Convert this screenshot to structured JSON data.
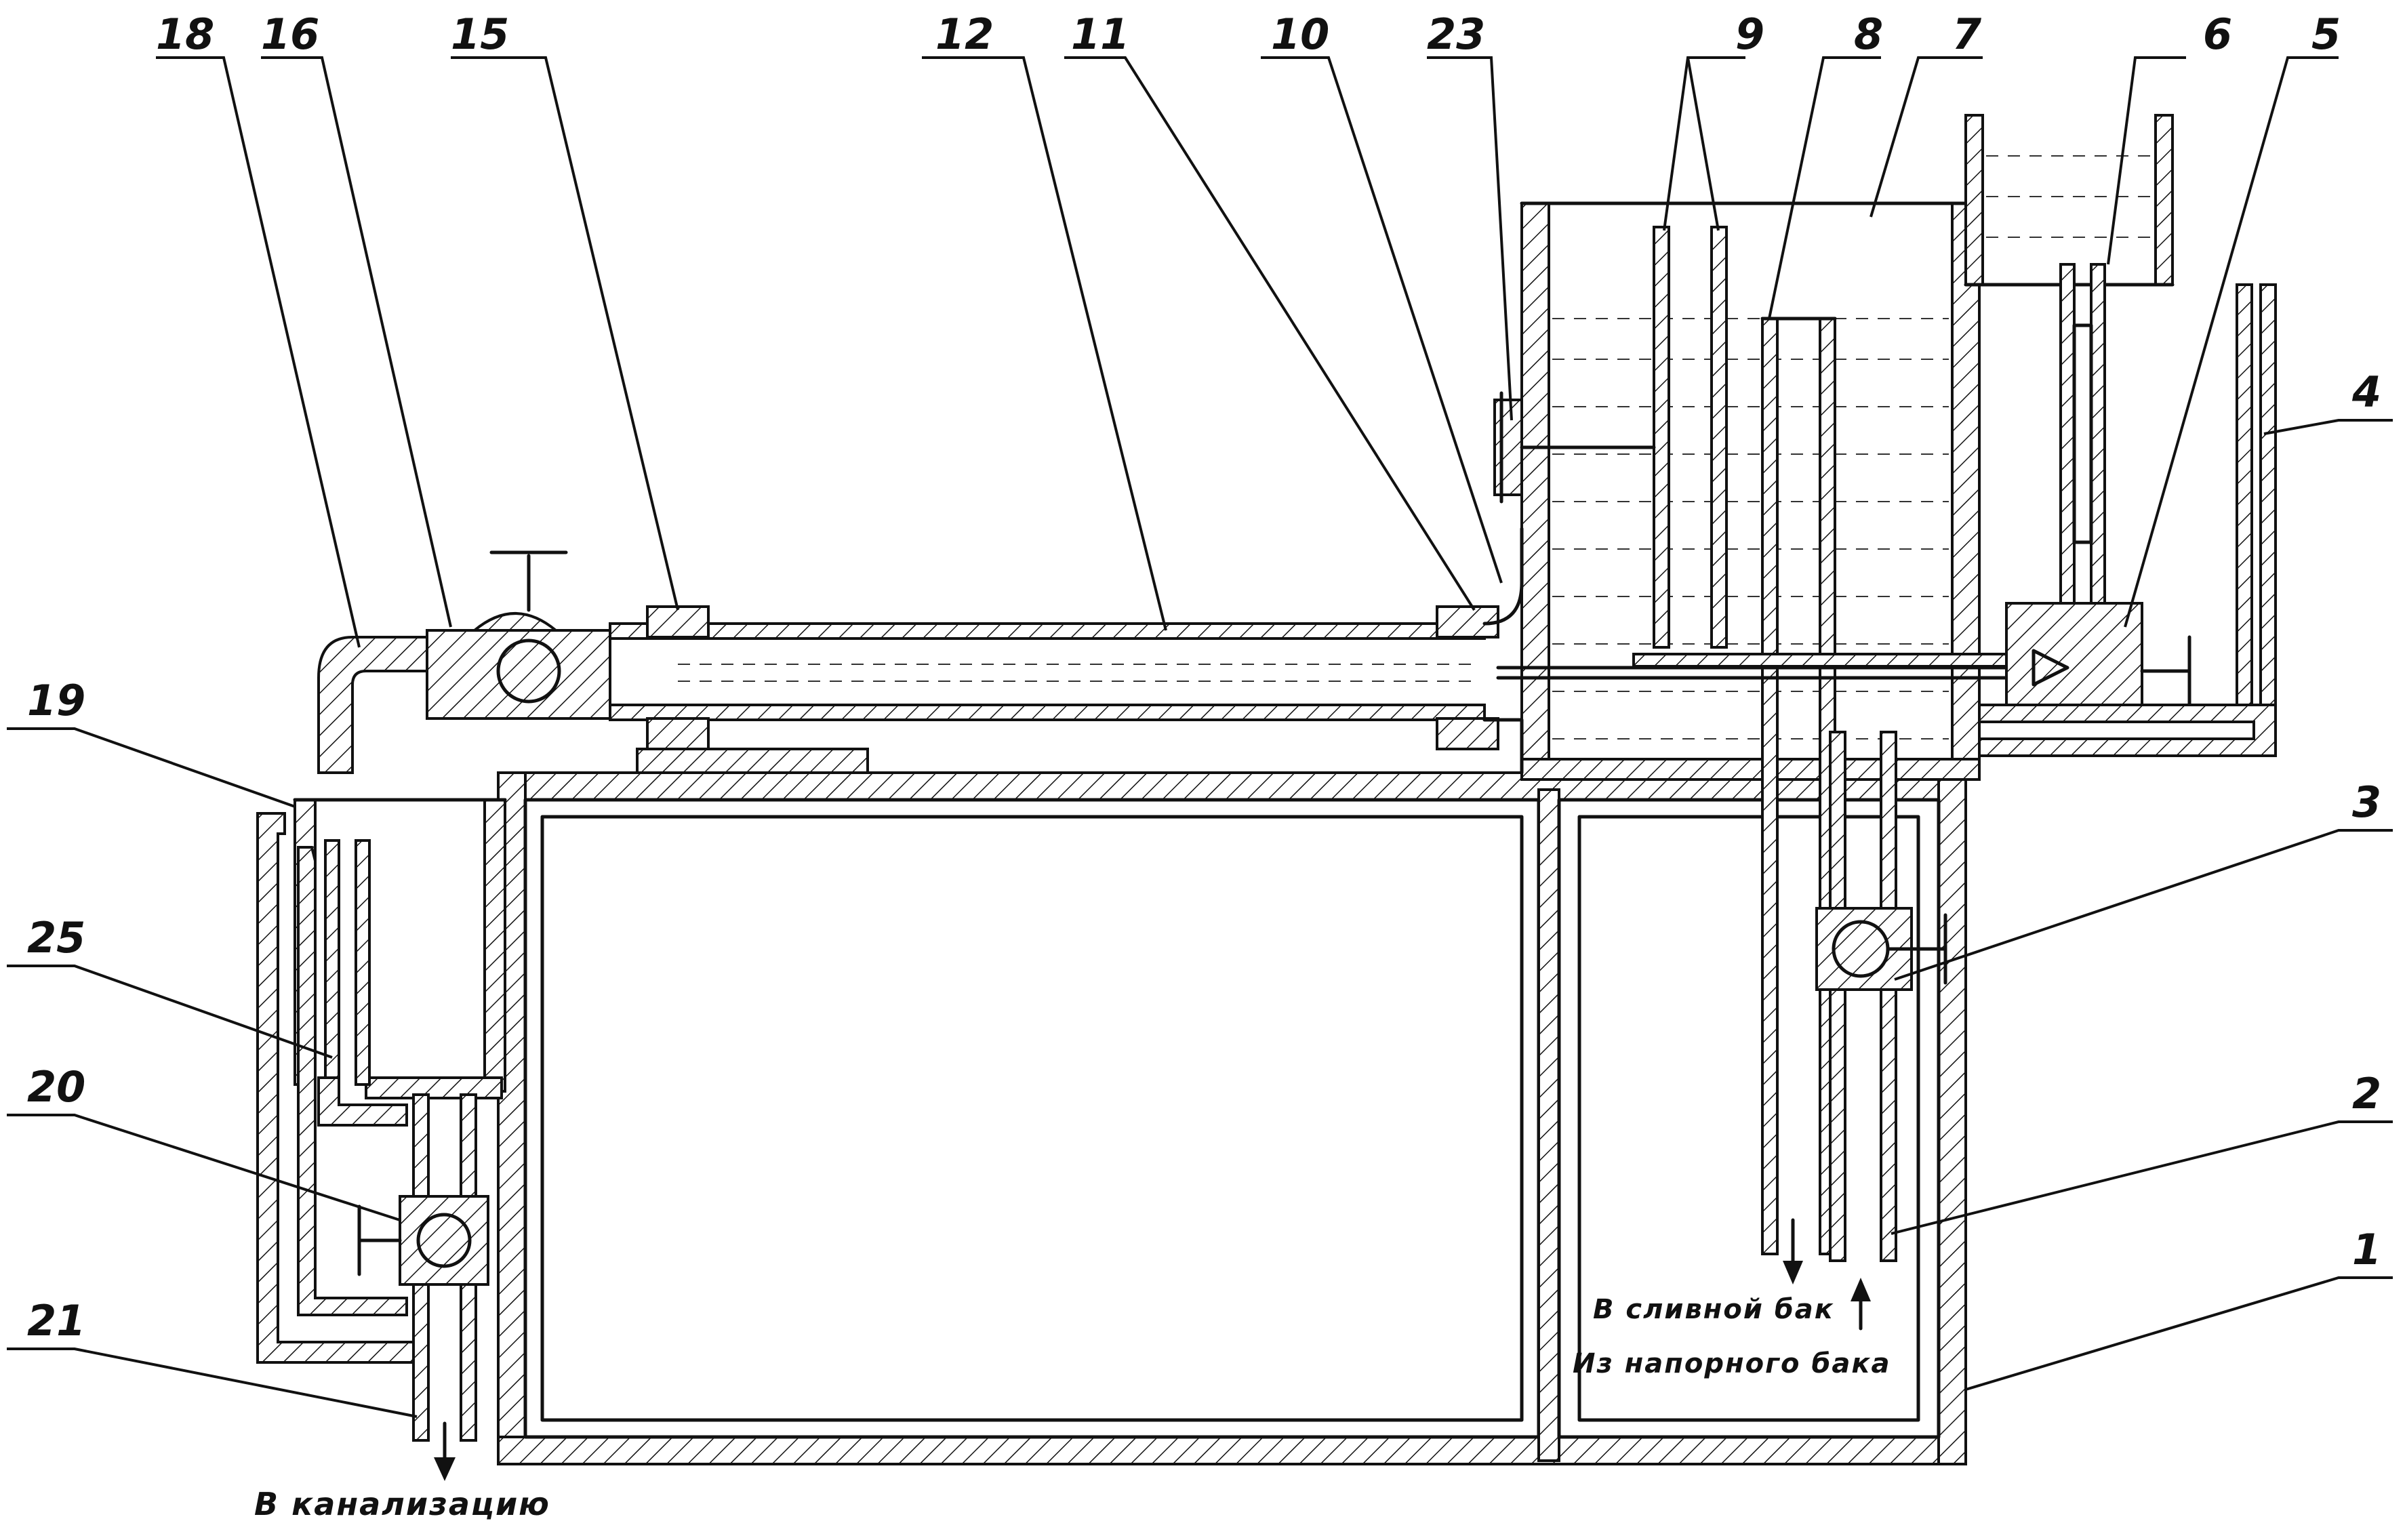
{
  "labels": {
    "n1": "1",
    "n2": "2",
    "n3": "3",
    "n4": "4",
    "n5": "5",
    "n6": "6",
    "n7": "7",
    "n8": "8",
    "n9": "9",
    "n10": "10",
    "n11": "11",
    "n12": "12",
    "n15": "15",
    "n16": "16",
    "n18": "18",
    "n19": "19",
    "n20": "20",
    "n21": "21",
    "n23": "23",
    "n25": "25"
  },
  "captions": {
    "to_drain_tank": "В сливной бак",
    "from_pressure_tank": "Из напорного бака",
    "to_sewer": "В канализацию"
  }
}
